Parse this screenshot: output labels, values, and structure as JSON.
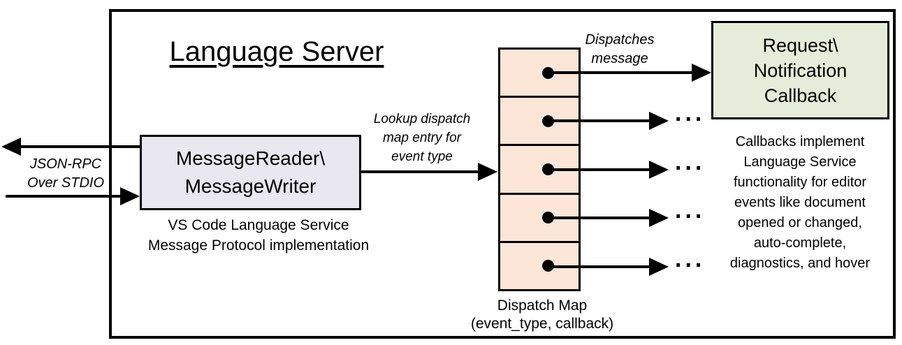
{
  "colors": {
    "reader-fill": "#e9e8f1",
    "map-fill": "#fbe6d7",
    "callback-fill": "#e5edda",
    "stroke": "#000000"
  },
  "diagram": {
    "title": "Language Server",
    "io_label": "JSON-RPC\nOver STDIO",
    "reader_box": "MessageReader\\\nMessageWriter",
    "reader_caption": "VS Code Language Service\nMessage Protocol implementation",
    "lookup_label": "Lookup dispatch\nmap entry for\nevent type",
    "dispatches_label": "Dispatches\nmessage",
    "callback_box": "Request\\\nNotification\nCallback",
    "callbacks_note": "Callbacks implement\nLanguage Service\nfunctionality for editor\nevents like document\nopened or changed,\nauto-complete,\ndiagnostics, and hover",
    "map_caption": "Dispatch Map\n(event_type, callback)",
    "ellipsis": "..."
  }
}
